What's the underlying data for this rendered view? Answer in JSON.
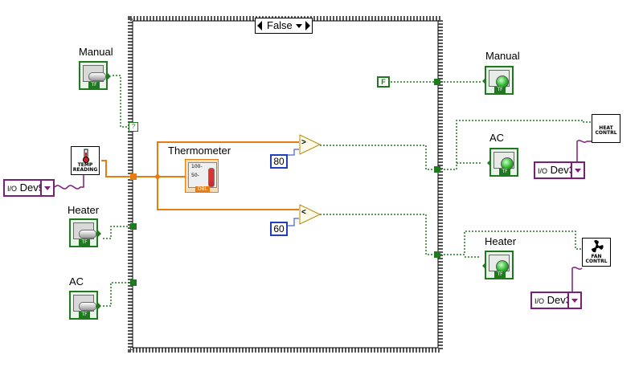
{
  "case_structure": {
    "selector_value": "False"
  },
  "inputs": {
    "manual": {
      "label": "Manual",
      "terminal": "TF"
    },
    "heater": {
      "label": "Heater",
      "terminal": "TF"
    },
    "ac": {
      "label": "AC",
      "terminal": "TF"
    },
    "temp_reading": {
      "label": "TEMP READING"
    },
    "dev_in": {
      "io": "I/O",
      "value": "Dev9"
    }
  },
  "thermometer": {
    "label": "Thermometer",
    "scale_hi": "100-",
    "scale_mid": "50-",
    "type": "DBL"
  },
  "constants": {
    "high": "80",
    "low": "60",
    "false_const": "F"
  },
  "comparators": {
    "greater": ">",
    "less": "<"
  },
  "outputs": {
    "manual": {
      "label": "Manual",
      "terminal": "TF"
    },
    "ac": {
      "label": "AC",
      "terminal": "TF"
    },
    "heater": {
      "label": "Heater",
      "terminal": "TF"
    },
    "heat_control": {
      "label": "HEAT CONTRL"
    },
    "fan_control": {
      "label": "FAN CONTRL"
    },
    "dev_heat": {
      "io": "I/O",
      "value": "Dev3"
    },
    "dev_fan": {
      "io": "I/O",
      "value": "Dev3"
    }
  },
  "colors": {
    "boolean": "#1f7a1f",
    "numeric_dbl": "#e87b12",
    "io_refnum": "#7b1f7b",
    "integer_const": "#1f3fbf"
  },
  "icons": {
    "temp_reading": "thermometer-icon",
    "fan_control": "fan-icon",
    "heat_control": "heat-icon"
  }
}
